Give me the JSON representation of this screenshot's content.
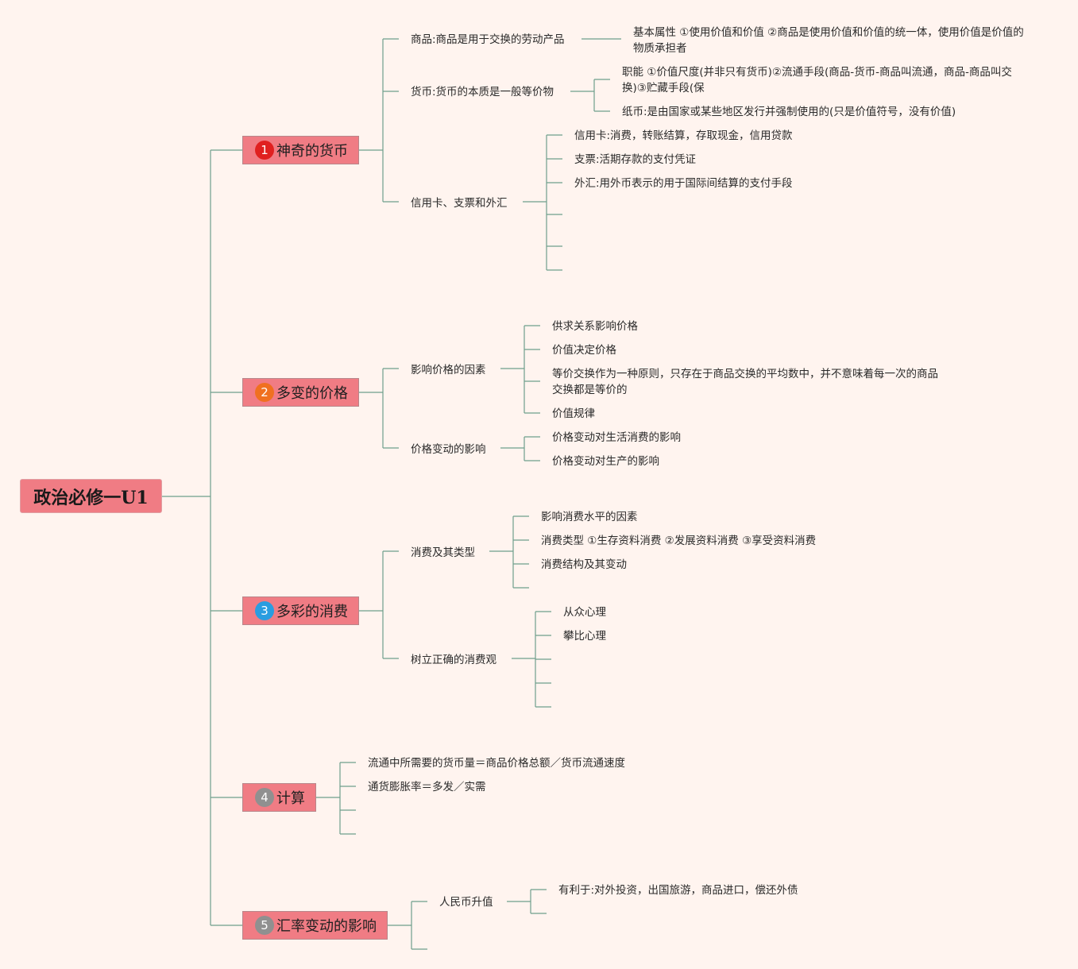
{
  "root": {
    "title": "政治必修一U1"
  },
  "colors": {
    "node_fill": "#f07c84",
    "line": "#6e9f8c",
    "background": "#fff4ef",
    "marker_1": "#e02020",
    "marker_2": "#f07020",
    "marker_3": "#2a9de0",
    "marker_4": "#909090",
    "marker_5": "#909090"
  },
  "branches": [
    {
      "num": "1",
      "label": "神奇的货币",
      "children": [
        {
          "label": "商品:商品是用于交换的劳动产品",
          "children": [
            "基本属性 ①使用价值和价值 ②商品是使用价值和价值的统一体，使用价值是价值的物质承担者"
          ]
        },
        {
          "label": "货币:货币的本质是一般等价物",
          "children": [
            "职能 ①价值尺度(并非只有货币)②流通手段(商品-货币-商品叫流通，商品-商品叫交换)③贮藏手段(保",
            "纸币:是由国家或某些地区发行并强制使用的(只是价值符号，没有价值)"
          ]
        },
        {
          "label": "信用卡、支票和外汇",
          "children": [
            "信用卡:消费，转账结算，存取现金，信用贷款",
            "支票:活期存款的支付凭证",
            "外汇:用外币表示的用于国际间结算的支付手段"
          ]
        }
      ]
    },
    {
      "num": "2",
      "label": "多变的价格",
      "children": [
        {
          "label": "影响价格的因素",
          "children": [
            "供求关系影响价格",
            "价值决定价格",
            "等价交换作为一种原则，只存在于商品交换的平均数中，并不意味着每一次的商品交换都是等价的",
            "价值规律"
          ]
        },
        {
          "label": "价格变动的影响",
          "children": [
            "价格变动对生活消费的影响",
            "价格变动对生产的影响"
          ]
        }
      ]
    },
    {
      "num": "3",
      "label": "多彩的消费",
      "children": [
        {
          "label": "消费及其类型",
          "children": [
            "影响消费水平的因素",
            "消费类型 ①生存资料消费 ②发展资料消费 ③享受资料消费",
            "消费结构及其变动"
          ]
        },
        {
          "label": "树立正确的消费观",
          "children": [
            "从众心理",
            "攀比心理"
          ]
        }
      ]
    },
    {
      "num": "4",
      "label": "计算",
      "children": [
        {
          "label": "流通中所需要的货币量＝商品价格总额／货币流通速度"
        },
        {
          "label": "通货膨胀率＝多发／实需"
        }
      ]
    },
    {
      "num": "5",
      "label": "汇率变动的影响",
      "children": [
        {
          "label": "人民币升值",
          "children": [
            "有利于:对外投资，出国旅游，商品进口，偿还外债"
          ]
        }
      ]
    }
  ]
}
